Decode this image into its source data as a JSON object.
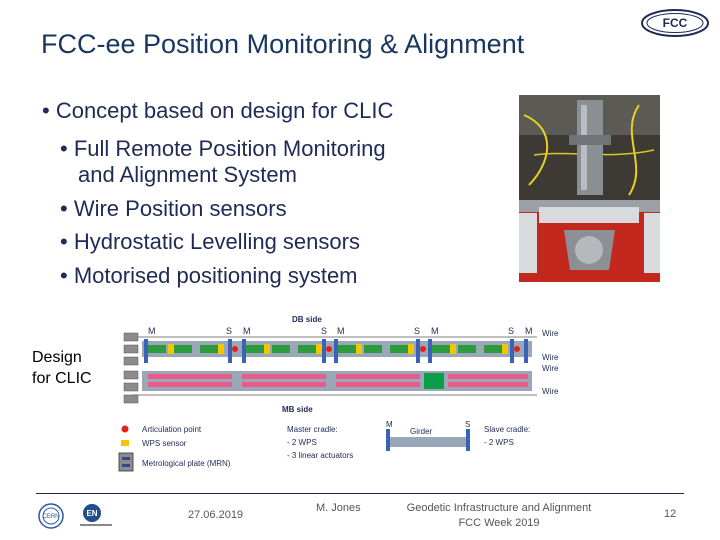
{
  "slide": {
    "title": "FCC-ee Position Monitoring & Alignment",
    "logo_text": "FCC",
    "bullets": [
      {
        "level": 1,
        "text": "Concept based on design for CLIC"
      },
      {
        "level": 2,
        "text": "Full Remote Position Monitoring"
      },
      {
        "level": 2,
        "text": "and Alignment System",
        "continuation": true
      },
      {
        "level": 2,
        "text": "Wire Position sensors"
      },
      {
        "level": 2,
        "text": "Hydrostatic Levelling sensors"
      },
      {
        "level": 2,
        "text": "Motorised positioning system"
      }
    ],
    "side_label": [
      "Design",
      "for CLIC"
    ]
  },
  "diagram": {
    "top_label": "DB side",
    "bottom_label": "MB side",
    "cradle_letters": {
      "m": "M",
      "s": "S"
    },
    "wire_labels": [
      "Wire",
      "Wire",
      "Wire",
      "Wire"
    ],
    "legend": [
      {
        "text": "Articulation point",
        "color": "#e2231a"
      },
      {
        "text": "WPS sensor",
        "color": "#f2c600"
      },
      {
        "text": "Metrological plate (MRN)",
        "color": "#8c8c8c"
      }
    ],
    "master_cradle": {
      "title": "Master cradle:",
      "items": [
        "- 2 WPS",
        "- 3 linear actuators"
      ]
    },
    "girder_label": "Girder",
    "slave_cradle": {
      "title": "Slave cradle:",
      "items": [
        "- 2 WPS"
      ]
    },
    "colors": {
      "db_beam": "#2e9a3e",
      "mb_beam": "#e85c8a",
      "cradle": "#3a63b8",
      "label": "#1f2a55"
    }
  },
  "footer": {
    "date": "27.06.2019",
    "author": "M. Jones",
    "event_line1": "Geodetic Infrastructure and Alignment",
    "event_line2": "FCC Week 2019",
    "page": "12",
    "logo1": "CERN",
    "logo2": "EN"
  }
}
